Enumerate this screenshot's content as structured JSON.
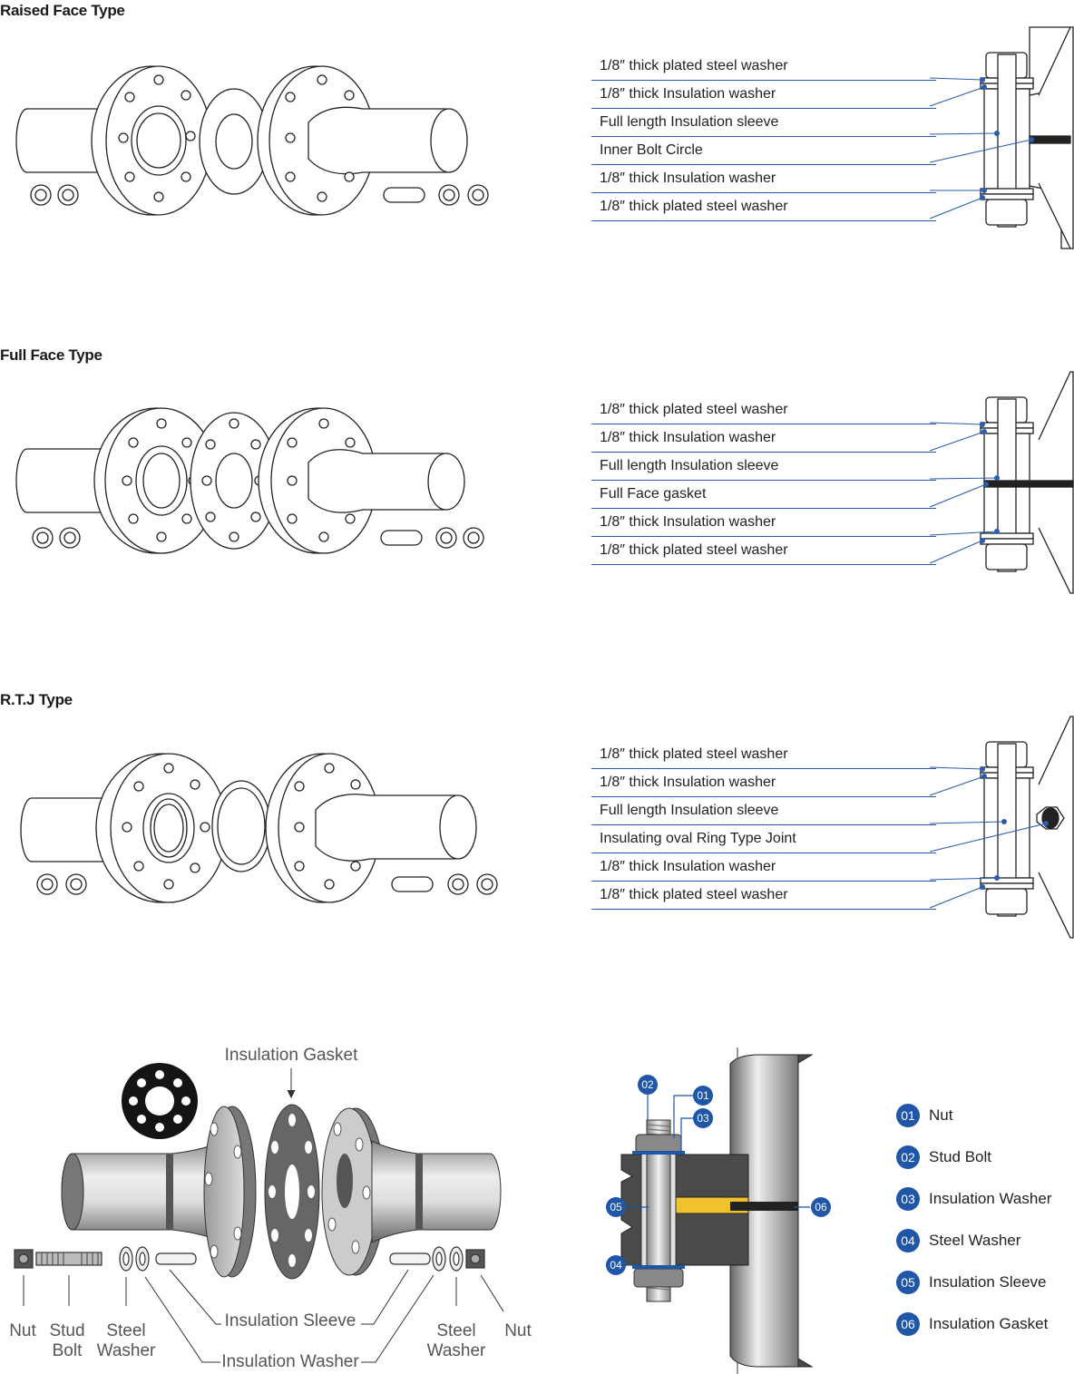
{
  "sections": [
    {
      "title": "Raised Face Type",
      "labels": [
        "1/8″ thick plated steel washer",
        "1/8″ thick Insulation washer",
        "Full length Insulation sleeve",
        "Inner Bolt Circle",
        "1/8″ thick Insulation washer",
        "1/8″ thick plated steel washer"
      ]
    },
    {
      "title": "Full Face Type",
      "labels": [
        "1/8″ thick plated steel washer",
        "1/8″ thick Insulation washer",
        "Full length Insulation sleeve",
        "Full Face gasket",
        "1/8″ thick Insulation washer",
        "1/8″ thick plated steel washer"
      ]
    },
    {
      "title": "R.T.J Type",
      "labels": [
        "1/8″ thick plated steel washer",
        "1/8″ thick Insulation washer",
        "Full length Insulation sleeve",
        "Insulating oval Ring Type Joint",
        "1/8″ thick Insulation washer",
        "1/8″ thick plated steel washer"
      ]
    }
  ],
  "exploded": {
    "gasket_label": "Insulation Gasket",
    "sleeve_label": "Insulation Sleeve",
    "washer_label": "Insulation Washer",
    "nut_left": "Nut",
    "stud_bolt_l1": "Stud",
    "stud_bolt_l2": "Bolt",
    "steel_washer_l1": "Steel",
    "steel_washer_l2": "Washer",
    "steel_washer_r1": "Steel",
    "steel_washer_r2": "Washer",
    "nut_right": "Nut"
  },
  "callouts": [
    "01",
    "02",
    "03",
    "04",
    "05",
    "06"
  ],
  "legend": [
    {
      "num": "01",
      "label": "Nut"
    },
    {
      "num": "02",
      "label": "Stud Bolt"
    },
    {
      "num": "03",
      "label": "Insulation Washer"
    },
    {
      "num": "04",
      "label": "Steel Washer"
    },
    {
      "num": "05",
      "label": "Insulation Sleeve"
    },
    {
      "num": "06",
      "label": "Insulation Gasket"
    }
  ],
  "colors": {
    "accent": "#1f56a8",
    "line": "#2a5db0",
    "gasket_yellow": "#f2c12e",
    "dark_gray": "#4a4a4a"
  }
}
